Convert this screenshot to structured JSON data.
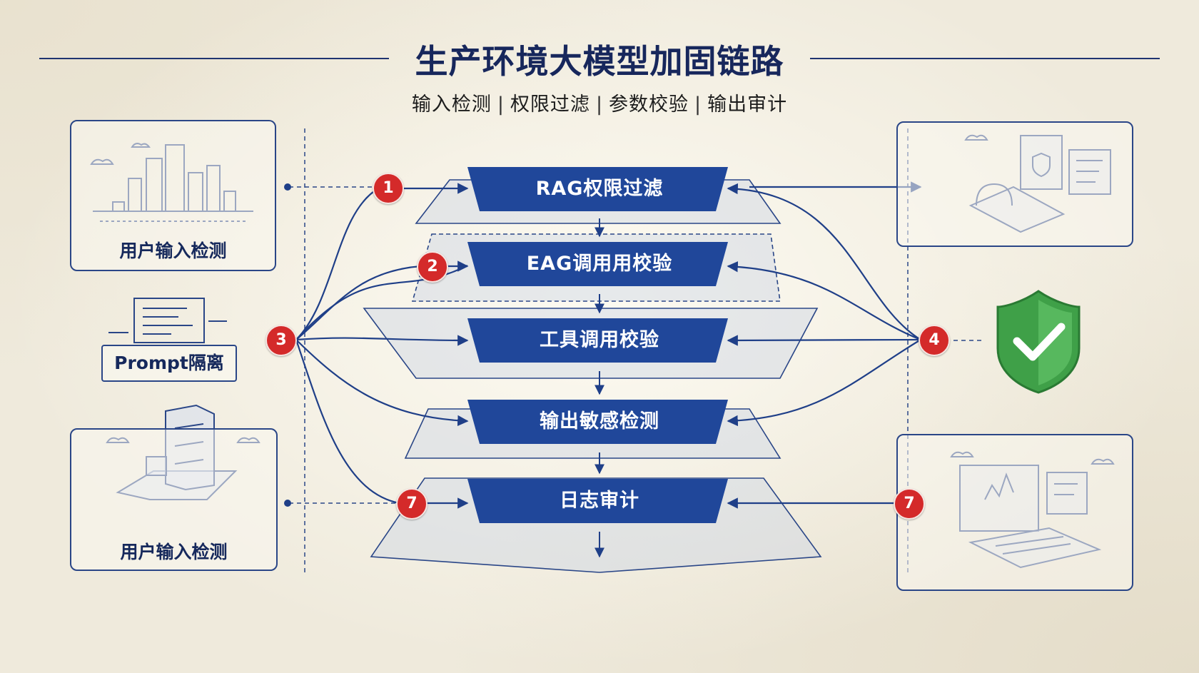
{
  "title": "生产环境大模型加固链路",
  "subtitle": [
    "输入检测",
    "权限过滤",
    "参数校验",
    "输出审计"
  ],
  "left_cards": {
    "top_label": "用户输入检测",
    "middle_label": "Prompt隔离",
    "bottom_label": "用户输入检测"
  },
  "stages": [
    "RAG权限过滤",
    "EAG调用用校验",
    "工具调用校验",
    "输出敏感检测",
    "日志审计"
  ],
  "badges": {
    "b1": "1",
    "b2": "2",
    "b3": "3",
    "b4": "4",
    "b7_left": "7",
    "b7_right": "7"
  },
  "colors": {
    "stage_blue": "#20479a",
    "badge_red": "#d42a2a",
    "shield_green": "#3fa048",
    "line_navy": "#1f3f88"
  }
}
